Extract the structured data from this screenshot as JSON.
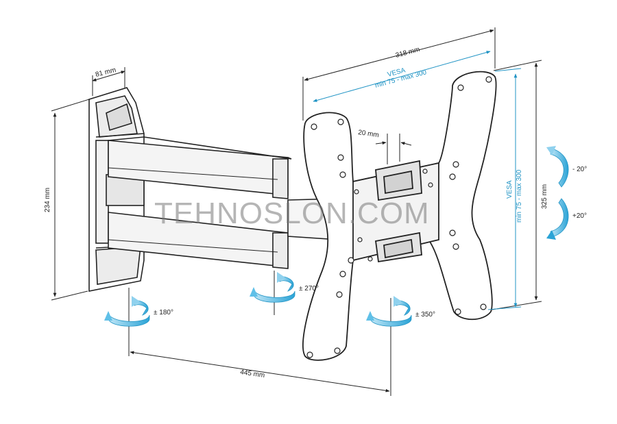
{
  "dimensions": {
    "depth_bracket": "81 mm",
    "height_bracket": "234 mm",
    "extension": "445 mm",
    "plate_width": "318 mm",
    "plate_height": "325 mm",
    "offset": "20 mm"
  },
  "vesa": {
    "horizontal_title": "VESA",
    "horizontal_range": "min 75 - max 300",
    "vertical_title": "VESA",
    "vertical_range": "min 75 - max 300"
  },
  "rotations": {
    "wall": "± 180°",
    "arm": "± 270°",
    "plate": "± 350°",
    "tilt_up": "- 20°",
    "tilt_down": "+20°"
  },
  "watermark": "TEHNOSLON.COM",
  "colors": {
    "accent": "#1f93c4",
    "line": "#222222",
    "shade": "#dcdcdc",
    "arrow_light": "#8fd1ee"
  },
  "icons": [
    "swivel-arrow-icon",
    "tilt-arrow-icon"
  ]
}
